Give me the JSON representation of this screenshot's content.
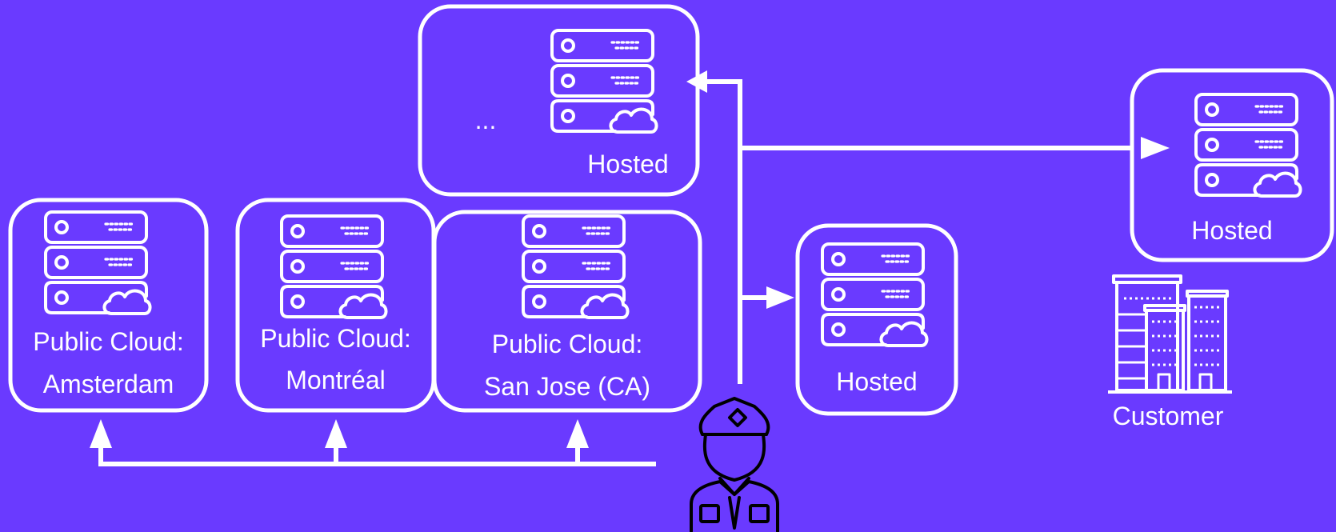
{
  "colors": {
    "background": "#6a3aff",
    "foreground": "#ffffff"
  },
  "nodes": {
    "hosted_top": {
      "ellipsis": "...",
      "label": "Hosted",
      "icon": "server-cloud-icon"
    },
    "hosted_right": {
      "label": "Hosted",
      "icon": "server-cloud-icon"
    },
    "hosted_middle": {
      "label": "Hosted",
      "icon": "server-cloud-icon"
    },
    "amsterdam": {
      "label_line1": "Public Cloud:",
      "label_line2": "Amsterdam",
      "icon": "server-cloud-icon"
    },
    "montreal": {
      "label_line1": "Public Cloud:",
      "label_line2": "Montréal",
      "icon": "server-cloud-icon"
    },
    "san_jose": {
      "label_line1": "Public Cloud:",
      "label_line2": "San Jose (CA)",
      "icon": "server-cloud-icon"
    },
    "customer": {
      "label": "Customer",
      "icon": "office-buildings-icon"
    },
    "operator": {
      "icon": "police-officer-icon"
    }
  }
}
